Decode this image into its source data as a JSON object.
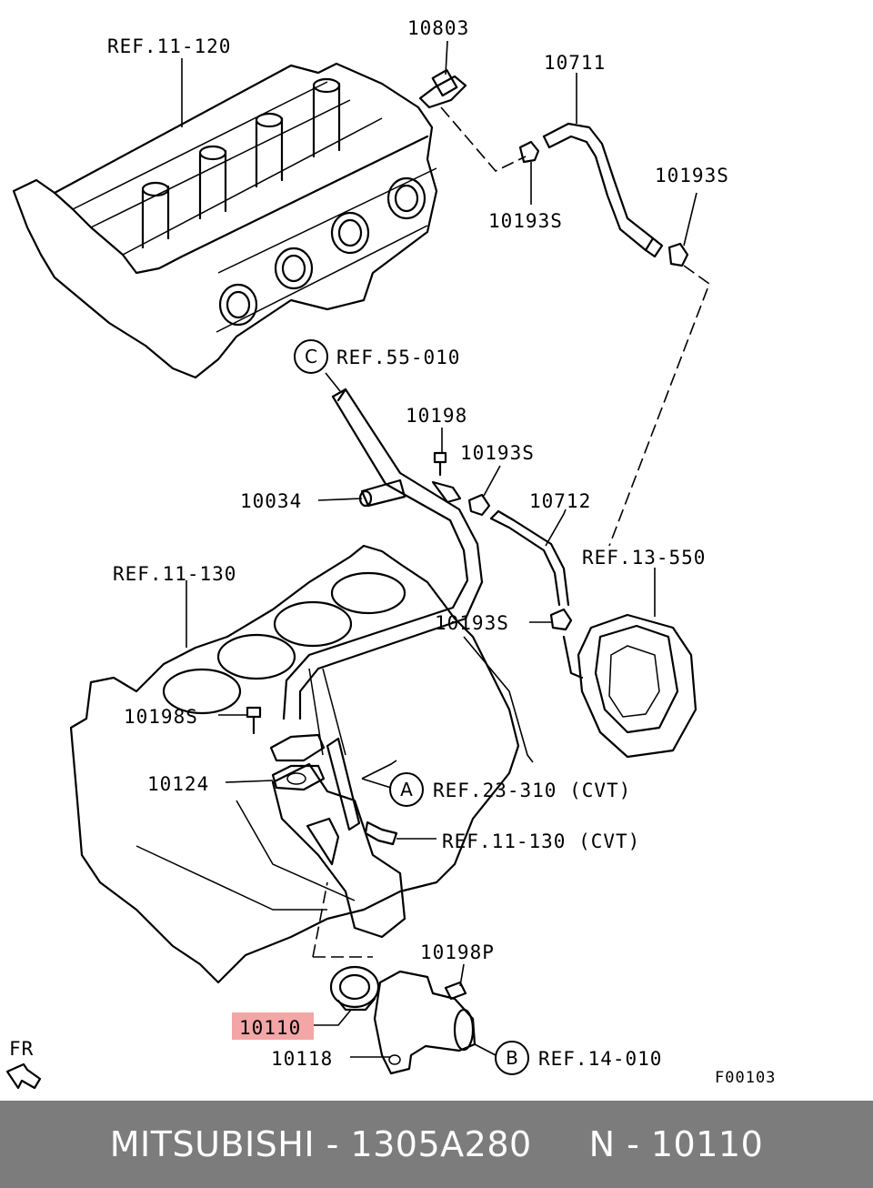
{
  "labels": {
    "ref_11_120": "REF.11-120",
    "p10803": "10803",
    "p10711": "10711",
    "p10193s_a": "10193S",
    "p10193s_b": "10193S",
    "ref_55_010": "REF.55-010",
    "p10198": "10198",
    "p10193s_c": "10193S",
    "p10034": "10034",
    "p10712": "10712",
    "ref_11_130": "REF.11-130",
    "ref_13_550": "REF.13-550",
    "p10193s_d": "10193S",
    "p10198s": "10198S",
    "p10124": "10124",
    "ref_23_310": "REF.23-310 (CVT)",
    "ref_11_130_cvt": "REF.11-130 (CVT)",
    "p10198p": "10198P",
    "p10110": "10110",
    "p10118": "10118",
    "ref_14_010": "REF.14-010",
    "fr": "FR",
    "drawing_code": "F00103"
  },
  "callouts": {
    "c": "C",
    "a": "A",
    "b": "B"
  },
  "highlight_color": "#f2a6a6",
  "footer": {
    "text": "MITSUBISHI - 1305A280     N - 10110"
  }
}
